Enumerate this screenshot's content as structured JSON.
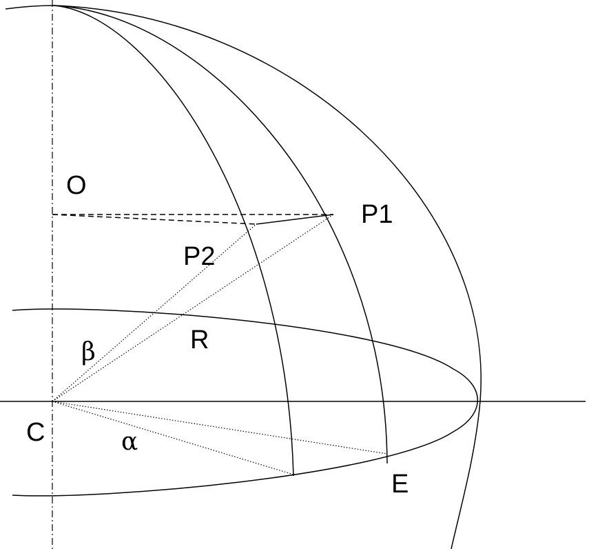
{
  "labels": {
    "O": "O",
    "P1": "P1",
    "P2": "P2",
    "R": "R",
    "beta": "β",
    "C": "C",
    "alpha": "α",
    "E": "E"
  },
  "colors": {
    "line": "#000000",
    "background": "#ffffff"
  }
}
